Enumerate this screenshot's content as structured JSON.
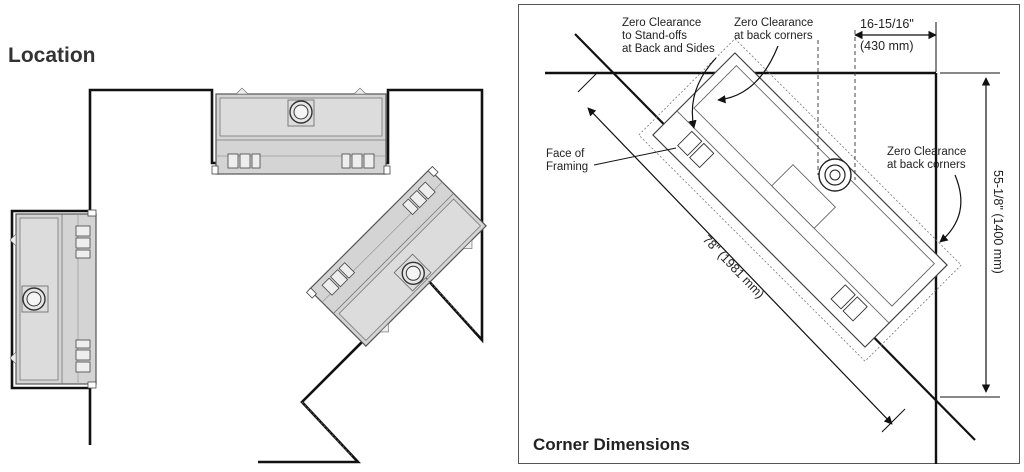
{
  "left_panel": {
    "title": "Location"
  },
  "corner_panel": {
    "title": "Corner Dimensions",
    "labels": {
      "standoffs_line1": "Zero Clearance",
      "standoffs_line2": "to Stand-offs",
      "standoffs_line3": "at Back and Sides",
      "back_corners_top_line1": "Zero Clearance",
      "back_corners_top_line2": "at back corners",
      "back_corners_right_line1": "Zero Clearance",
      "back_corners_right_line2": "at back corners",
      "face_line1": "Face of",
      "face_line2": "Framing"
    },
    "dimensions": {
      "width_in": "16-15/16\"",
      "width_mm": "(430 mm)",
      "height": "55-1/8\" (1400 mm)",
      "diagonal": "78\" (1981 mm)"
    }
  },
  "colors": {
    "wall": "#111111",
    "unit_fill": "#d4d4d4",
    "unit_stroke": "#555555"
  }
}
